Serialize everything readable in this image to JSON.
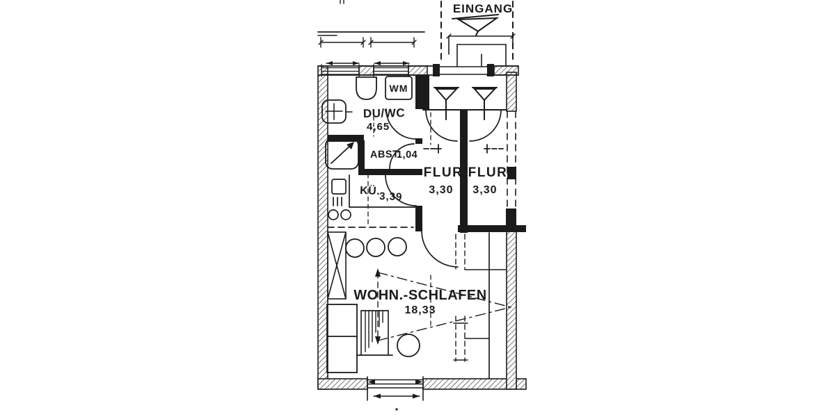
{
  "drawing": {
    "type": "apartment-floor-plan",
    "language": "de"
  },
  "labels": {
    "entrance": "EINGANG",
    "bath": {
      "name": "DU/WC",
      "area": "4,65"
    },
    "storage": {
      "name": "ABST.",
      "area": "1,04"
    },
    "hall_left": {
      "name": "FLUR",
      "area": "3,30"
    },
    "hall_right": {
      "name": "FLUR",
      "area": "3,30"
    },
    "kitchen": {
      "name": "KÜ.",
      "area": "3,39"
    },
    "living": {
      "name": "WOHN.-SCHLAFEN",
      "area": "18,33"
    },
    "washing_machine": "WM"
  },
  "colors": {
    "ink": "#1b1b1b",
    "paper": "#ffffff"
  }
}
